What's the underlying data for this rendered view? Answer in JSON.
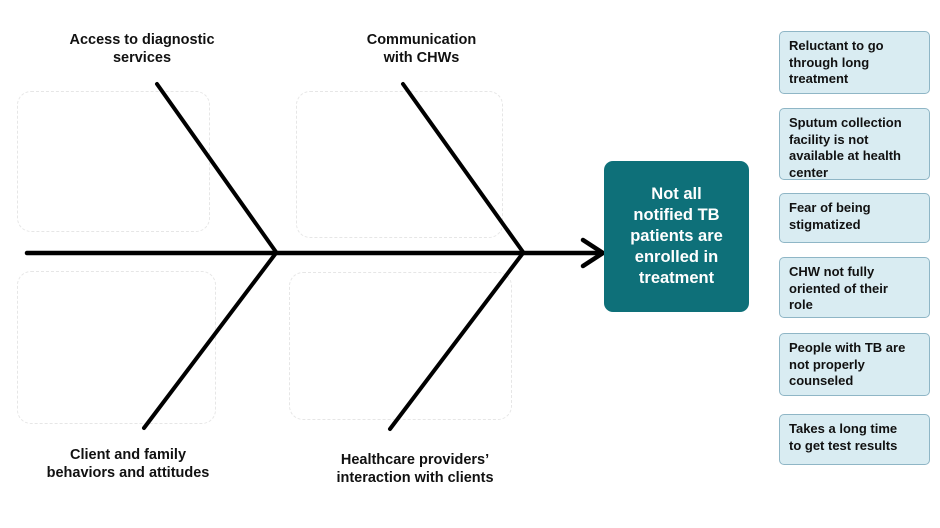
{
  "diagram": {
    "type": "fishbone",
    "effect": {
      "lines": [
        "Not all",
        "notified TB",
        "patients are",
        "enrolled in",
        "treatment"
      ],
      "color": "#0e7079"
    },
    "categories": {
      "top_left": [
        "Access to diagnostic",
        "services"
      ],
      "top_right": [
        "Communication",
        "with CHWs"
      ],
      "bottom_left": [
        "Client and family",
        "behaviors and attitudes"
      ],
      "bottom_right": [
        "Healthcare providers’",
        "interaction with clients"
      ]
    },
    "causes": [
      [
        "Reluctant to go",
        "through long",
        "treatment"
      ],
      [
        "Sputum collection",
        "facility is not",
        "available at health",
        "center"
      ],
      [
        "Fear of being",
        "stigmatized"
      ],
      [
        "CHW not fully",
        "oriented of their",
        "role"
      ],
      [
        "People with TB are",
        "not properly",
        "counseled"
      ],
      [
        "Takes a long time",
        "to get test results"
      ]
    ],
    "cause_box_fill": "#d9ecf2",
    "cause_box_border": "#8fb6c6"
  }
}
